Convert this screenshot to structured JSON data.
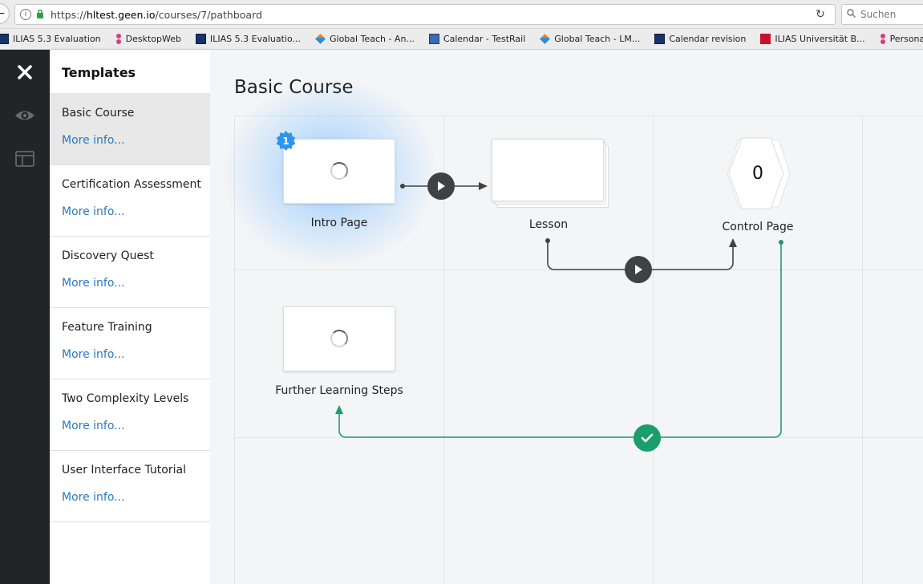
{
  "browser": {
    "url_prefix": "https://",
    "url_host": "hltest.geen.io",
    "url_path": "/courses/7/pathboard",
    "search_placeholder": "Suchen",
    "bookmarks": [
      {
        "label": "ILIAS 5.3 Evaluation",
        "icon": "ilias-icon"
      },
      {
        "label": "DesktopWeb",
        "icon": "pin-icon"
      },
      {
        "label": "ILIAS 5.3 Evaluatio...",
        "icon": "ilias-icon"
      },
      {
        "label": "Global Teach - An...",
        "icon": "globalteach-icon"
      },
      {
        "label": "Calendar - TestRail",
        "icon": "calendar-icon"
      },
      {
        "label": "Global Teach - LM...",
        "icon": "globalteach-icon"
      },
      {
        "label": "Calendar revision",
        "icon": "ilias-icon"
      },
      {
        "label": "ILIAS Universität B...",
        "icon": "ilias-red-icon"
      },
      {
        "label": "Personal P",
        "icon": "pin-icon"
      }
    ]
  },
  "rail": {
    "icons": [
      "close-icon",
      "eye-icon",
      "layout-icon"
    ]
  },
  "templates": {
    "title": "Templates",
    "items": [
      {
        "name": "Basic Course",
        "more": "More info...",
        "active": true
      },
      {
        "name": "Certification Assessment",
        "more": "More info..."
      },
      {
        "name": "Discovery Quest",
        "more": "More info..."
      },
      {
        "name": "Feature Training",
        "more": "More info..."
      },
      {
        "name": "Two Complexity Levels",
        "more": "More info..."
      },
      {
        "name": "User Interface Tutorial",
        "more": "More info..."
      }
    ]
  },
  "board": {
    "title": "Basic Course",
    "nodes": {
      "intro": {
        "label": "Intro Page",
        "badge": "1"
      },
      "lesson": {
        "label": "Lesson"
      },
      "control": {
        "label": "Control Page",
        "value": "0"
      },
      "further": {
        "label": "Further Learning Steps"
      }
    },
    "colors": {
      "highlight": "#2b95f0",
      "flow": "#3e4245",
      "success": "#1a9e6b",
      "link": "#2a78c2"
    }
  }
}
